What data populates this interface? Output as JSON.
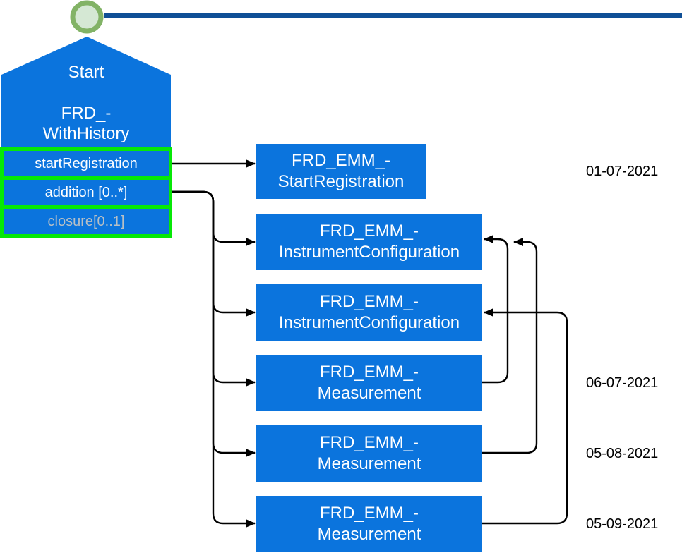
{
  "diagram": {
    "title_area": {
      "timeline_color": "#0f4f96",
      "start_marker": {
        "stroke_color": "#82b366",
        "fill_color": "#d5e8d4"
      }
    },
    "start_node": {
      "title": "Start",
      "name": "FRD_-\nWithHistory",
      "fill_color": "#0b74dd",
      "highlight_color": "#06e806",
      "methods": [
        {
          "label": "startRegistration",
          "state": "active"
        },
        {
          "label": "addition [0..*]",
          "state": "active"
        },
        {
          "label": "closure[0..1]",
          "state": "inactive"
        }
      ]
    },
    "event_boxes": [
      {
        "label": "FRD_EMM_-\nStartRegistration"
      },
      {
        "label": "FRD_EMM_-\nInstrumentConfiguration"
      },
      {
        "label": "FRD_EMM_-\nInstrumentConfiguration"
      },
      {
        "label": "FRD_EMM_-\nMeasurement"
      },
      {
        "label": "FRD_EMM_-\nMeasurement"
      },
      {
        "label": "FRD_EMM_-\nMeasurement"
      }
    ],
    "dates": [
      "01-07-2021",
      "06-07-2021",
      "05-08-2021",
      "05-09-2021"
    ],
    "edges": [
      {
        "from": "Start.startRegistration",
        "to": "FRD_EMM_StartRegistration"
      },
      {
        "from": "Start.addition",
        "to": "FRD_EMM_InstrumentConfiguration (1)"
      },
      {
        "from": "Start.addition",
        "to": "FRD_EMM_InstrumentConfiguration (2)"
      },
      {
        "from": "Start.addition",
        "to": "FRD_EMM_Measurement (06-07-2021)"
      },
      {
        "from": "Start.addition",
        "to": "FRD_EMM_Measurement (05-08-2021)"
      },
      {
        "from": "Start.addition",
        "to": "FRD_EMM_Measurement (05-09-2021)"
      },
      {
        "from": "FRD_EMM_Measurement (06-07-2021)",
        "to": "FRD_EMM_InstrumentConfiguration (1)"
      },
      {
        "from": "FRD_EMM_Measurement (05-08-2021)",
        "to": "FRD_EMM_InstrumentConfiguration (1)"
      },
      {
        "from": "FRD_EMM_Measurement (05-09-2021)",
        "to": "FRD_EMM_InstrumentConfiguration (2)"
      }
    ]
  }
}
